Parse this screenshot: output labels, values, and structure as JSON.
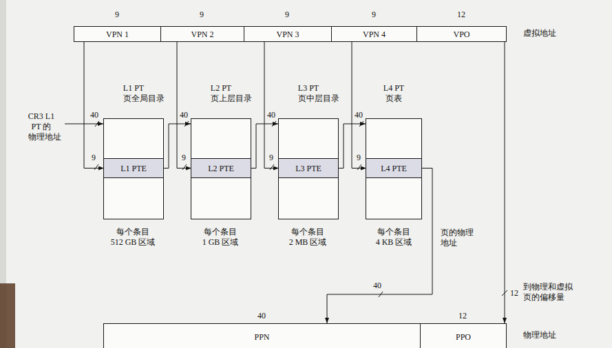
{
  "diagram": {
    "nodes": [
      {
        "text": [
          "VPN 1"
        ]
      },
      {
        "text": [
          "VPN 2"
        ]
      },
      {
        "text": [
          "VPN 3"
        ]
      },
      {
        "text": [
          "VPN 4"
        ]
      },
      {
        "text": [
          "VPO"
        ]
      },
      {
        "text": [
          "L1 PT 页全局目录"
        ]
      },
      {
        "text": [
          "L1 PTE"
        ],
        "in": 5
      },
      {
        "text": [
          "L2 PT 页上层目录"
        ]
      },
      {
        "text": [
          "L2 PTE"
        ],
        "in": 7
      },
      {
        "text": [
          "L3 PT 页中层目录"
        ]
      },
      {
        "text": [
          "L3 PTE"
        ],
        "in": 9
      },
      {
        "text": [
          "L4 PT 页表"
        ]
      },
      {
        "text": [
          "L4 PTE"
        ],
        "in": 11
      },
      {
        "text": [
          "PPN"
        ]
      },
      {
        "text": [
          "PPO"
        ]
      }
    ],
    "edges": [
      {
        "from": 0,
        "to": 6,
        "arrow": "to",
        "label": "9"
      },
      {
        "from": 6,
        "to": 7,
        "arrow": "to",
        "label": "40"
      },
      {
        "from": 1,
        "to": 8,
        "arrow": "to",
        "label": "9"
      },
      {
        "from": 8,
        "to": 9,
        "arrow": "to",
        "label": "40"
      },
      {
        "from": 2,
        "to": 10,
        "arrow": "to",
        "label": "9"
      },
      {
        "from": 10,
        "to": 11,
        "arrow": "to",
        "label": "40"
      },
      {
        "from": 3,
        "to": 12,
        "arrow": "to",
        "label": "9"
      },
      {
        "from": 12,
        "to": 13,
        "arrow": "to",
        "label": "40"
      },
      {
        "from": 4,
        "to": 14,
        "arrow": "to",
        "label": "12"
      }
    ],
    "labels": [
      "9",
      "9",
      "9",
      "9",
      "12",
      "虚拟地址",
      "CR3 L1 PT 的 物理地址",
      "40",
      "每个条目 512 GB 区域",
      "每个条目 1 GB 区域",
      "每个条目 2 MB 区域",
      "每个条目 4 KB 区域",
      "页的物理 地址",
      "到物理和虚拟 页的偏移量",
      "40",
      "12",
      "物理地址"
    ]
  }
}
